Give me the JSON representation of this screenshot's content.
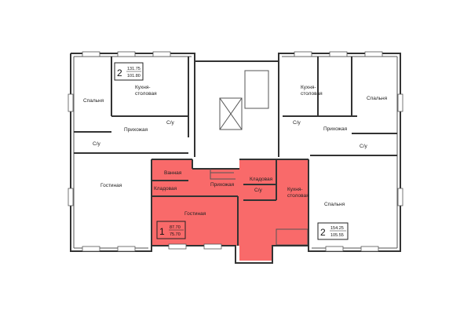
{
  "colors": {
    "selected_apartment": "#f96a6a",
    "walls": "#333333",
    "background": "#ffffff"
  },
  "apartments": [
    {
      "rooms_count": "2",
      "total_area": "131.75",
      "living_area": "101.80",
      "labels": {
        "bedroom": "Спальня",
        "kitchen_1": "Кухня-",
        "kitchen_2": "столовая",
        "hall": "Прихожая",
        "wc": "С/у"
      }
    },
    {
      "rooms_count": "1",
      "total_area": "87.70",
      "living_area": "75.70",
      "selected": true,
      "labels": {
        "living": "Гостиная",
        "bath": "Ванная",
        "storage_1": "Кладовая",
        "storage_2": "Кладовая",
        "hall": "Прихожая",
        "wc": "С/у",
        "kitchen_1": "Кухня-",
        "kitchen_2": "столовая"
      }
    },
    {
      "rooms_count": "2",
      "total_area": "154.25",
      "living_area": "105.55",
      "labels": {
        "bedroom": "Спальня"
      }
    }
  ],
  "other_labels": {
    "left_living": "Гостиная",
    "right_kitchen_1": "Кухня-",
    "right_kitchen_2": "столовая",
    "right_bedroom": "Спальня",
    "right_hall": "Прихожая",
    "right_wc": "С/у"
  }
}
